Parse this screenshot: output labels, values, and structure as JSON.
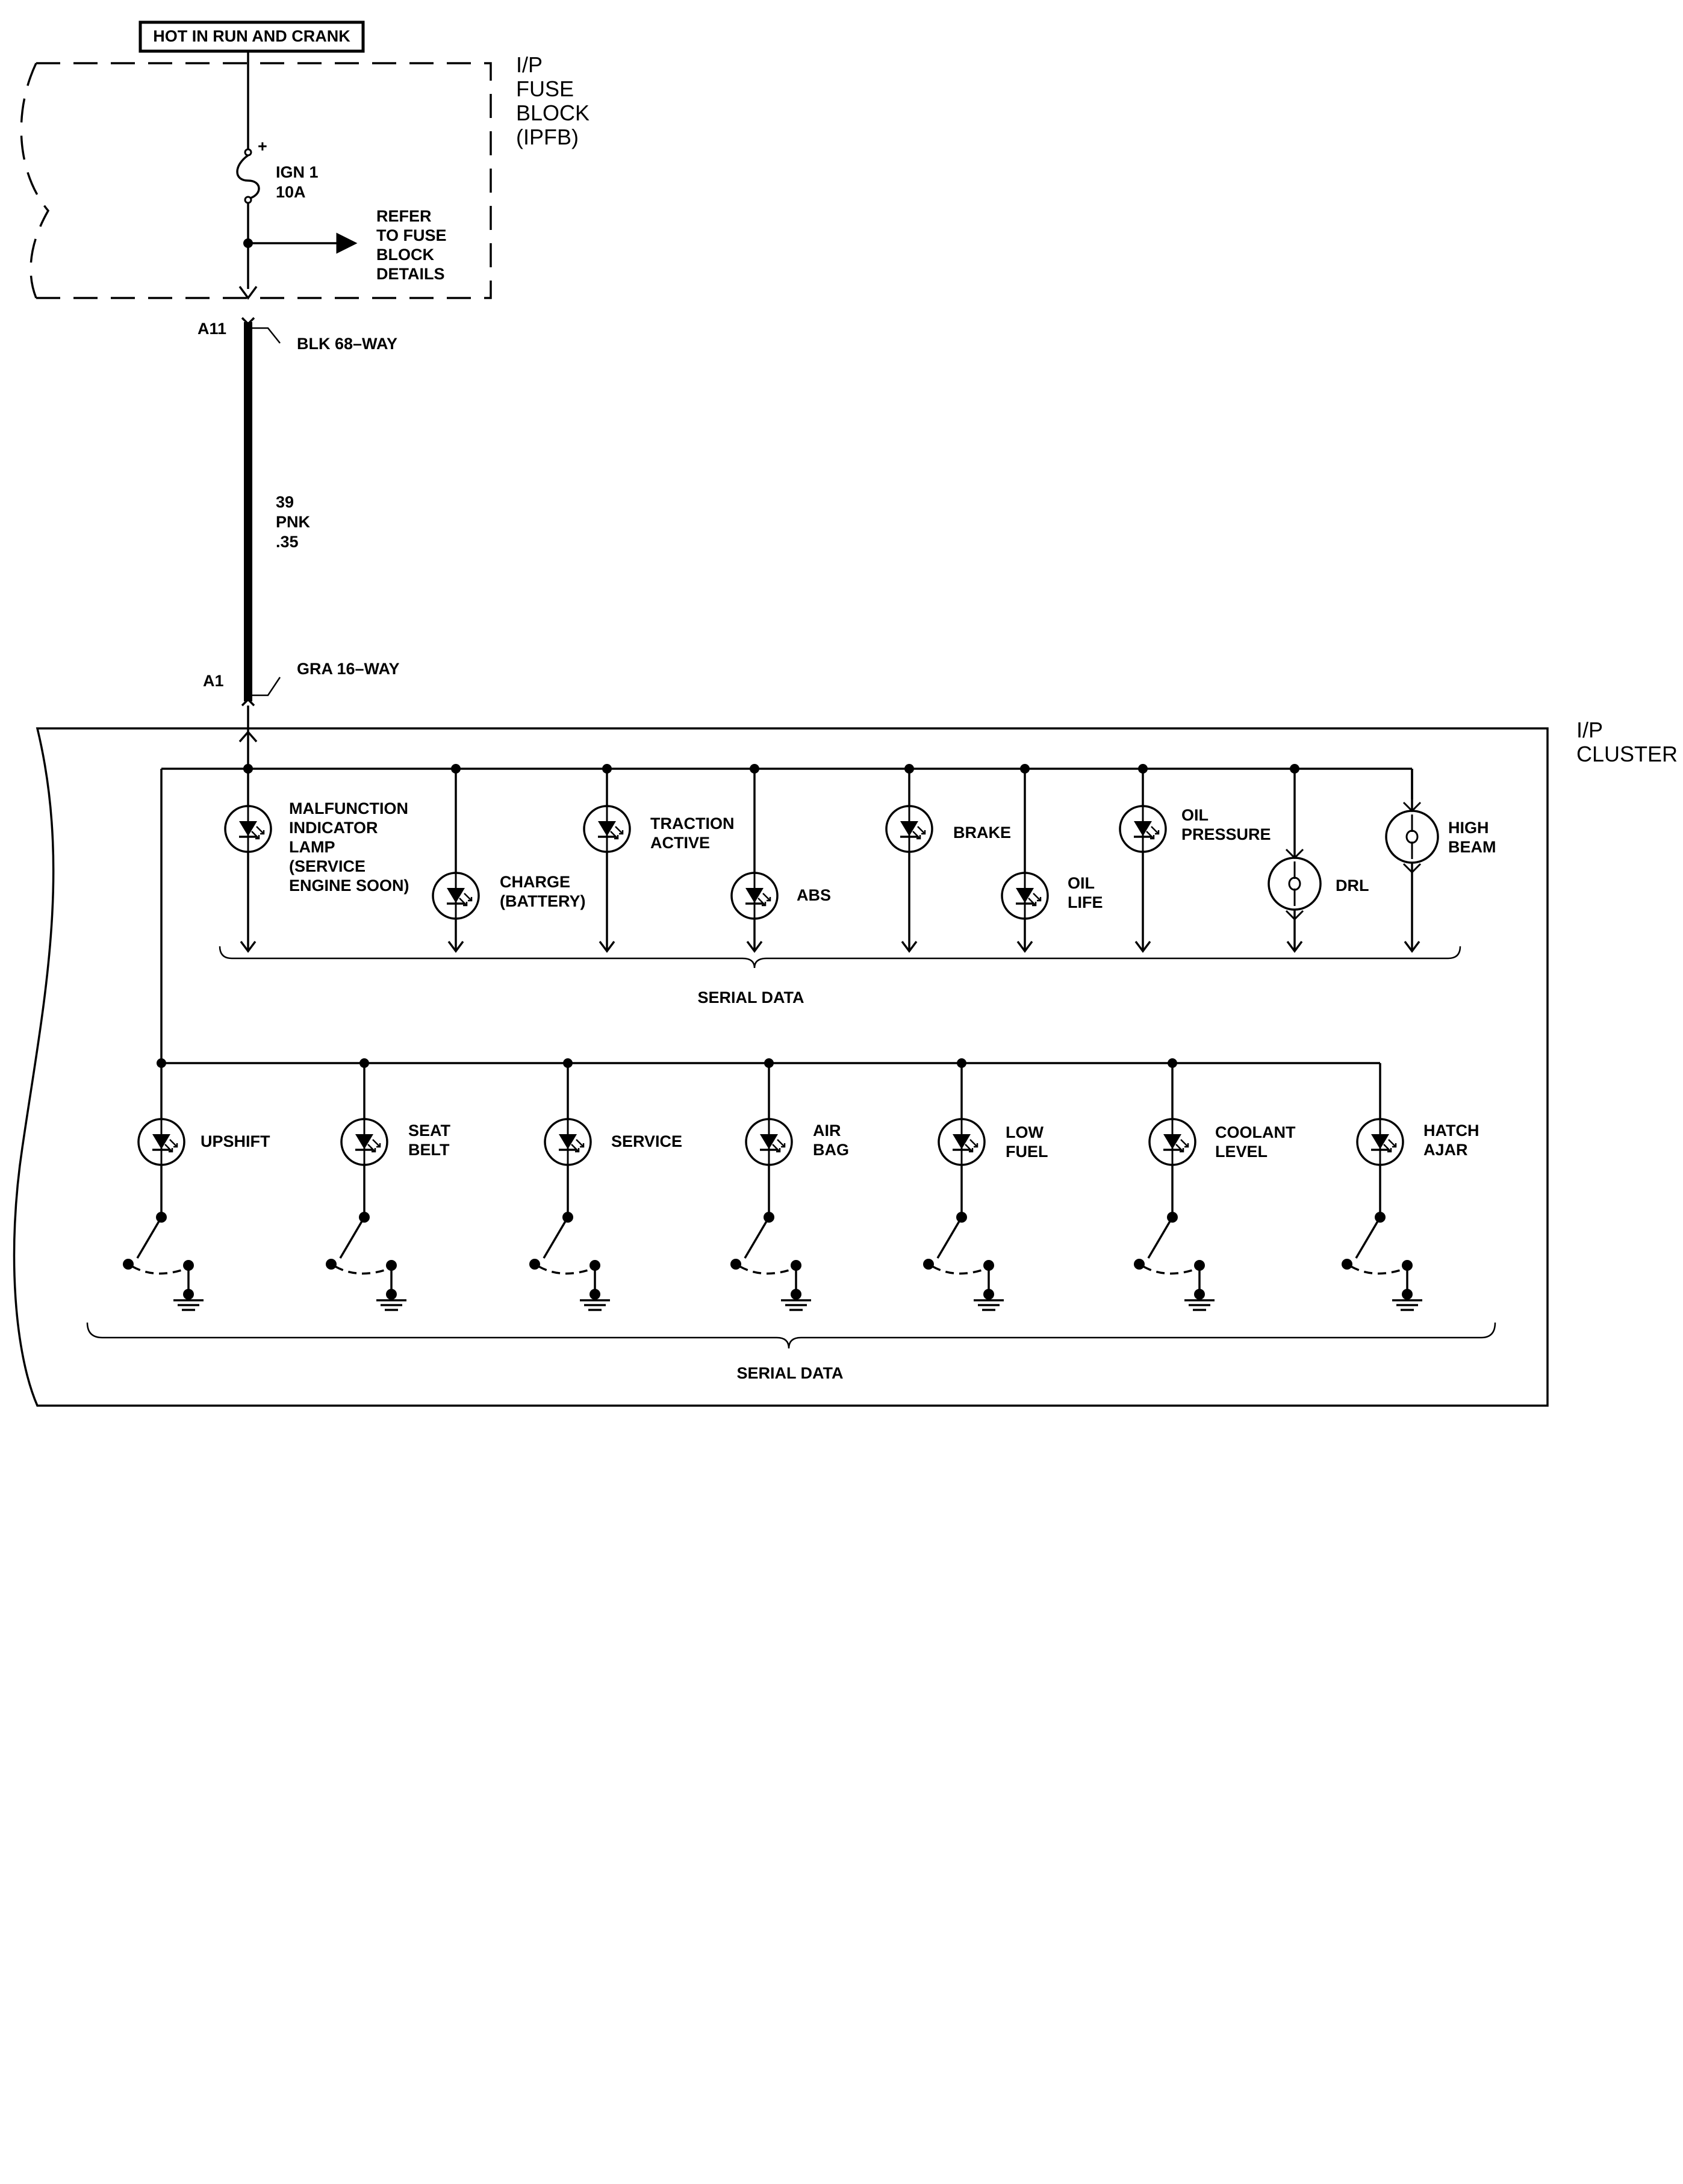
{
  "supply": {
    "hot_label": "HOT IN RUN AND CRANK",
    "fuse_block_lines": [
      "I/P",
      "FUSE",
      "BLOCK",
      "(IPFB)"
    ],
    "fuse_plus": "+",
    "fuse_name": "IGN 1",
    "fuse_rating": "10A",
    "refer_lines": [
      "REFER",
      "TO FUSE",
      "BLOCK",
      "DETAILS"
    ]
  },
  "wire": {
    "top_pin": "A11",
    "top_connector": "BLK 68–WAY",
    "circuit": "39",
    "color": "PNK",
    "gauge": ".35",
    "bottom_pin": "A1",
    "bottom_connector": "GRA 16–WAY"
  },
  "cluster": {
    "title_lines": [
      "I/P",
      "CLUSTER"
    ],
    "top_row": [
      {
        "label_lines": [
          "MALFUNCTION",
          "INDICATOR",
          "LAMP",
          "(SERVICE",
          "ENGINE SOON)"
        ],
        "type": "led"
      },
      {
        "label_lines": [
          "CHARGE",
          "(BATTERY)"
        ],
        "type": "led"
      },
      {
        "label_lines": [
          "TRACTION",
          "ACTIVE"
        ],
        "type": "led"
      },
      {
        "label_lines": [
          "ABS"
        ],
        "type": "led"
      },
      {
        "label_lines": [
          "BRAKE"
        ],
        "type": "led"
      },
      {
        "label_lines": [
          "OIL",
          "LIFE"
        ],
        "type": "led"
      },
      {
        "label_lines": [
          "OIL",
          "PRESSURE"
        ],
        "type": "led"
      },
      {
        "label_lines": [
          "DRL"
        ],
        "type": "bulb"
      },
      {
        "label_lines": [
          "HIGH",
          "BEAM"
        ],
        "type": "bulb"
      }
    ],
    "top_serial_label": "SERIAL DATA",
    "bottom_row": [
      {
        "label_lines": [
          "UPSHIFT"
        ]
      },
      {
        "label_lines": [
          "SEAT",
          "BELT"
        ]
      },
      {
        "label_lines": [
          "SERVICE"
        ]
      },
      {
        "label_lines": [
          "AIR",
          "BAG"
        ]
      },
      {
        "label_lines": [
          "LOW",
          "FUEL"
        ]
      },
      {
        "label_lines": [
          "COOLANT",
          "LEVEL"
        ]
      },
      {
        "label_lines": [
          "HATCH",
          "AJAR"
        ]
      }
    ],
    "bottom_serial_label": "SERIAL DATA"
  }
}
